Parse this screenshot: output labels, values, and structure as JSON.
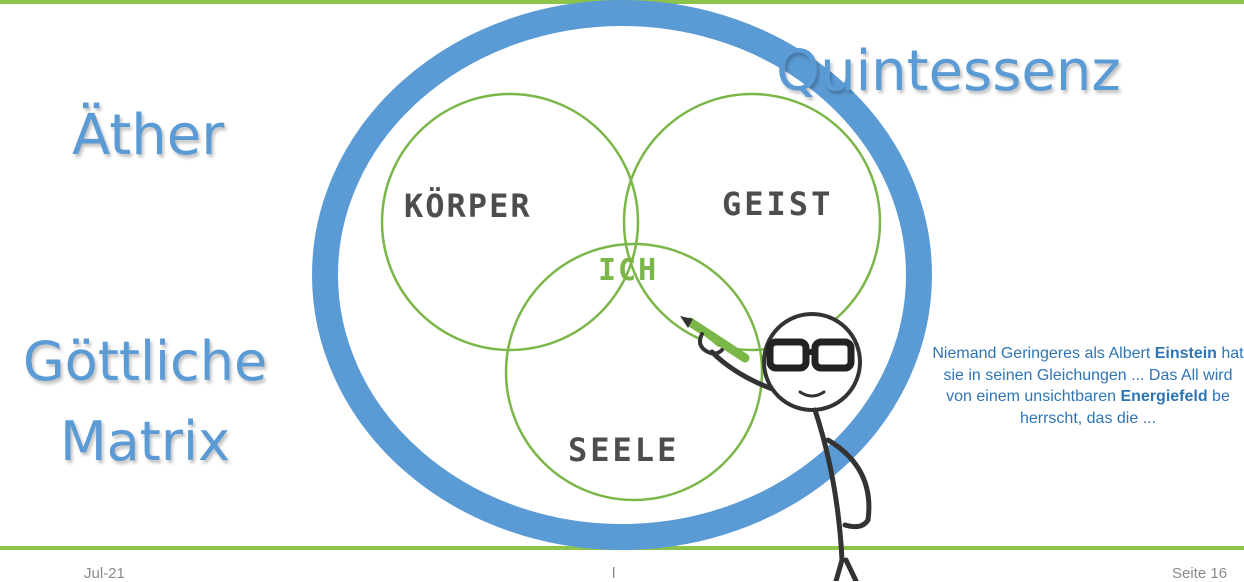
{
  "labels": {
    "aether": "Äther",
    "quintessenz": "Quintessenz",
    "matrix_line1": "Göttliche",
    "matrix_line2": "Matrix"
  },
  "venn": {
    "body": "KÖRPER",
    "mind": "GEIST",
    "soul": "SEELE",
    "center": "ICH"
  },
  "note": {
    "part1": "Niemand Geringeres als Albert ",
    "bold1": "Einstein",
    "part2": " hat sie in seinen Gleichungen ... Das All wird von einem unsichtbaren ",
    "bold2": "Energiefeld",
    "part3": " be herrscht, das die ..."
  },
  "footer": {
    "left": "Jul-21",
    "center": "l",
    "right": "Seite 16"
  },
  "colors": {
    "accent_green": "#8cc34a",
    "ring_blue": "#5b9bd5",
    "text_blue": "#2e75b6",
    "venn_green": "#7ab648"
  },
  "icons": {
    "figure": "stick-figure-with-glasses-and-pencil"
  }
}
